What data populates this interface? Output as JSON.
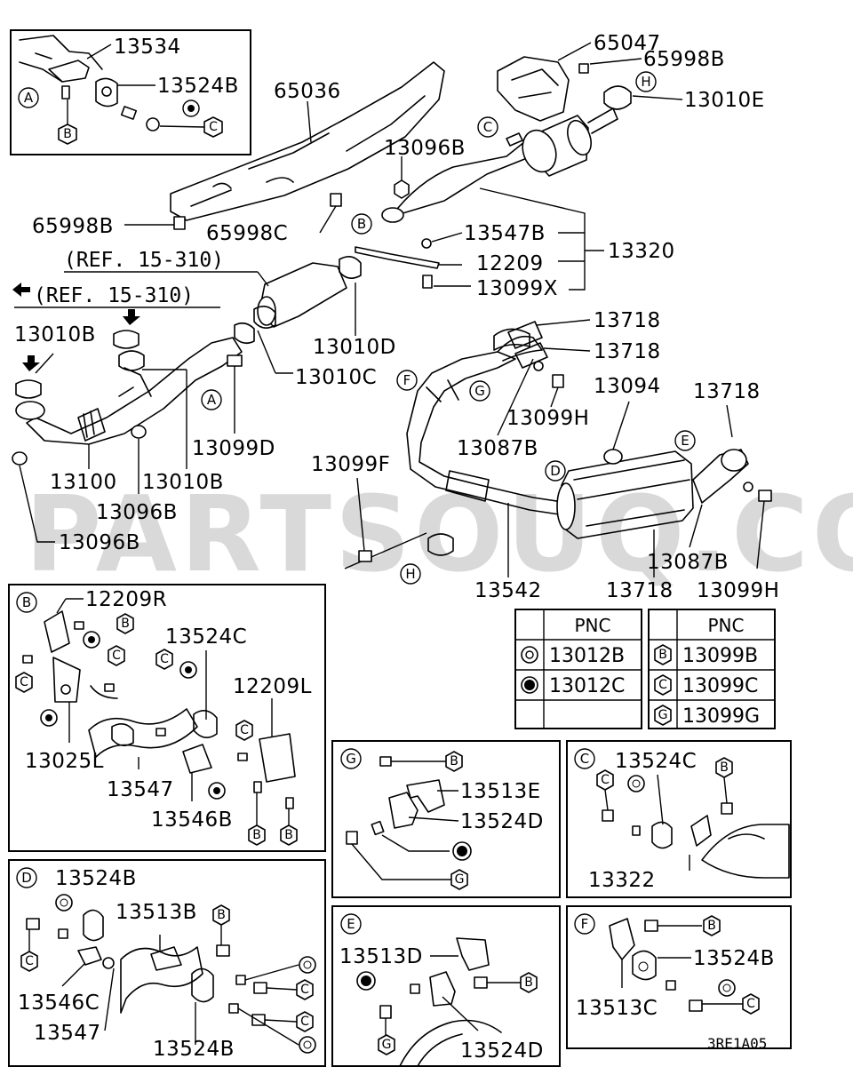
{
  "watermark": "PARTSOUQ.COM",
  "diagram_code": "3RE1A05",
  "references": {
    "ref_1": "(REF. 15-310)",
    "ref_2": "(REF. 15-310)"
  },
  "main_labels": {
    "p13534": "13534",
    "p13524B_a": "13524B",
    "p65036": "65036",
    "p65047": "65047",
    "p65998B_top": "65998B",
    "p13010E": "13010E",
    "p13096B_top": "13096B",
    "p65998B_left": "65998B",
    "p65998C": "65998C",
    "p13547B": "13547B",
    "p12209": "12209",
    "p13320": "13320",
    "p13099X": "13099X",
    "p13010B_top": "13010B",
    "p13010D": "13010D",
    "p13010C": "13010C",
    "p13718_a": "13718",
    "p13718_b": "13718",
    "p13718_c": "13718",
    "p13094": "13094",
    "p13099H_a": "13099H",
    "p13087B_a": "13087B",
    "p13099D": "13099D",
    "p13100": "13100",
    "p13010B_bot": "13010B",
    "p13096B_mid": "13096B",
    "p13096B_bot": "13096B",
    "p13099F": "13099F",
    "p13087B_b": "13087B",
    "p13542": "13542",
    "p13718_d": "13718",
    "p13099H_b": "13099H"
  },
  "callouts": {
    "A": "A",
    "B": "B",
    "C": "C",
    "D": "D",
    "E": "E",
    "F": "F",
    "G": "G",
    "H": "H"
  },
  "pnc_table": {
    "header": "PNC",
    "left_rows": [
      {
        "symbol": "double-ring",
        "pnc": "13012B"
      },
      {
        "symbol": "filled-ring",
        "pnc": "13012C"
      },
      {
        "symbol": "",
        "pnc": ""
      }
    ],
    "right_rows": [
      {
        "symbol": "B",
        "pnc": "13099B"
      },
      {
        "symbol": "C",
        "pnc": "13099C"
      },
      {
        "symbol": "G",
        "pnc": "13099G"
      }
    ]
  },
  "detail_B": {
    "letter": "B",
    "labels": [
      "12209R",
      "13524C",
      "12209L",
      "13025L",
      "13547",
      "13546B"
    ]
  },
  "detail_G": {
    "letter": "G",
    "labels": [
      "13513E",
      "13524D"
    ]
  },
  "detail_C": {
    "letter": "C",
    "labels": [
      "13524C",
      "13322"
    ]
  },
  "detail_D": {
    "letter": "D",
    "labels": [
      "13524B",
      "13513B",
      "13546C",
      "13547",
      "13524B"
    ]
  },
  "detail_E": {
    "letter": "E",
    "labels": [
      "13513D",
      "13524D"
    ]
  },
  "detail_F": {
    "letter": "F",
    "labels": [
      "13524B",
      "13513C"
    ]
  }
}
